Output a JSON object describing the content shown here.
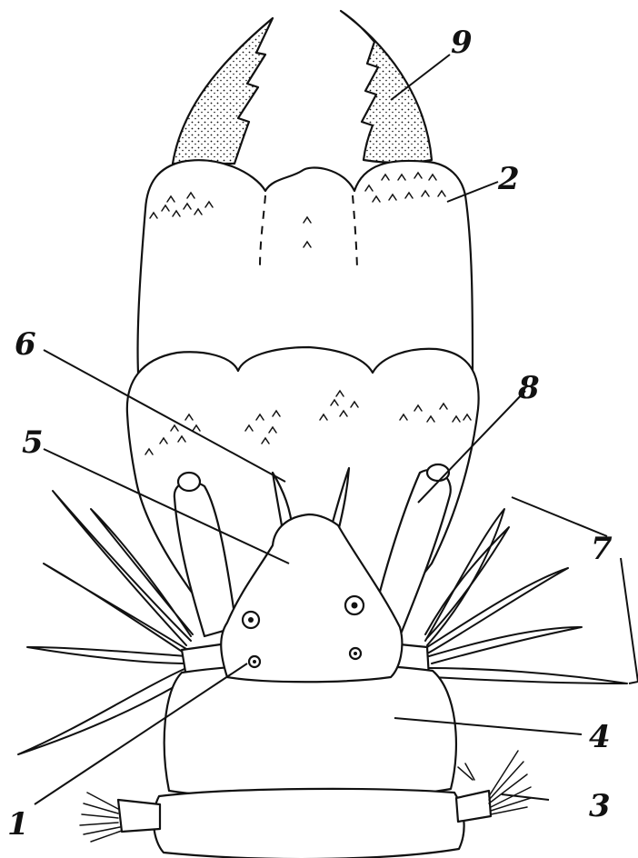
{
  "labels": {
    "l1": "1",
    "l2": "2",
    "l3": "3",
    "l4": "4",
    "l5": "5",
    "l6": "6",
    "l7": "7",
    "l8": "8",
    "l9": "9"
  },
  "colors": {
    "ink": "#111111",
    "paper": "#ffffff"
  }
}
